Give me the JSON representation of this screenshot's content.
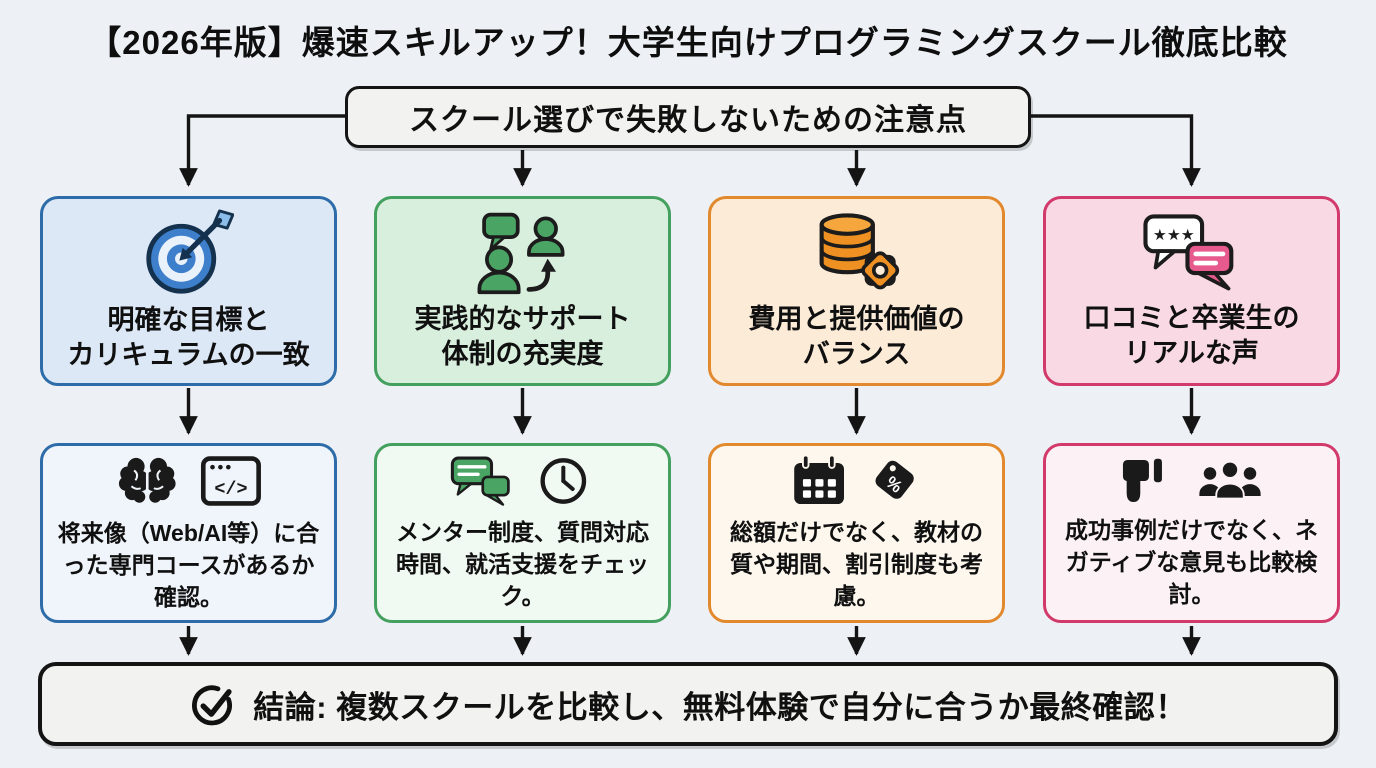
{
  "header": {
    "title": "【2026年版】爆速スキルアップ！大学生向けプログラミングスクール徹底比較"
  },
  "top_node": {
    "label": "スクール選びで失敗しないための注意点"
  },
  "columns": [
    {
      "key": "goal-curriculum",
      "border_color": "#2d6ca8",
      "fill_color": "#dce8f6",
      "detail_fill_color": "#f0f5fb",
      "icon": "target-dart-icon",
      "heading_line1": "明確な目標と",
      "heading_line2": "カリキュラムの一致",
      "detail_icons": [
        "brain-icon",
        "code-window-icon"
      ],
      "detail": "将来像（Web/AI等）に合った専門コースがあるか確認。"
    },
    {
      "key": "support-system",
      "border_color": "#43a05e",
      "fill_color": "#d9efdd",
      "detail_fill_color": "#f1f9f3",
      "icon": "mentor-chat-icon",
      "heading_line1": "実践的なサポート",
      "heading_line2": "体制の充実度",
      "detail_icons": [
        "chat-bubbles-icon",
        "clock-icon"
      ],
      "detail": "メンター制度、質問対応時間、就活支援をチェック。"
    },
    {
      "key": "cost-value",
      "border_color": "#e2892e",
      "fill_color": "#fcebd7",
      "detail_fill_color": "#fdf7ee",
      "icon": "coins-gear-icon",
      "heading_line1": "費用と提供価値の",
      "heading_line2": "バランス",
      "detail_icons": [
        "calendar-icon",
        "discount-tag-icon"
      ],
      "detail": "総額だけでなく、教材の質や期間、割引制度も考慮。"
    },
    {
      "key": "reviews-voices",
      "border_color": "#d13a6b",
      "fill_color": "#f9dae4",
      "detail_fill_color": "#fcf2f5",
      "icon": "review-bubbles-icon",
      "heading_line1": "口コミと卒業生の",
      "heading_line2": "リアルな声",
      "detail_icons": [
        "thumbs-down-icon",
        "people-group-icon"
      ],
      "detail": "成功事例だけでなく、ネガティブな意見も比較検討。"
    }
  ],
  "conclusion": {
    "icon": "check-circle-icon",
    "label": "結論: 複数スクールを比較し、無料体験で自分に合うか最終確認！"
  },
  "glyphs": {
    "review_stars": "★★★",
    "code": "</>",
    "percent": "%"
  },
  "palette": {
    "background": "#edf1f5",
    "connector_line": "#141414",
    "node_fill": "#f2f2f0",
    "target_blue": "#3d7fca",
    "target_navy": "#14314e",
    "green": "#4aa565",
    "orange": "#ef9122",
    "pink_bubble": "#e75a8e",
    "icon_black": "#1a1a1a"
  }
}
